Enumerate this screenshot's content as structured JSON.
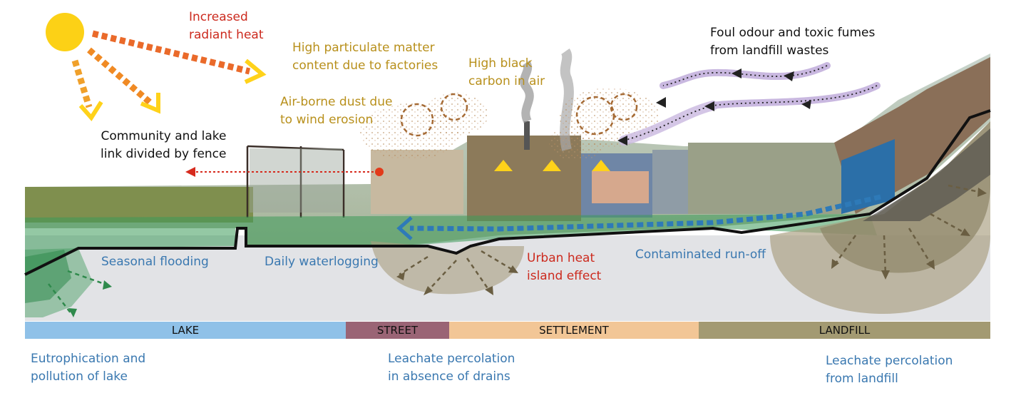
{
  "labels": {
    "radiant_heat": [
      "Increased",
      "radiant heat"
    ],
    "particulate": [
      "High particulate matter",
      "content due to factories"
    ],
    "black_carbon": [
      "High black",
      "carbon in air"
    ],
    "odour": [
      "Foul odour and toxic fumes",
      "from landfill wastes"
    ],
    "dust": [
      "Air-borne dust due",
      "to wind erosion"
    ],
    "fence": [
      "Community and lake",
      "link divided by fence"
    ],
    "seasonal_flooding": "Seasonal flooding",
    "daily_waterlogging": "Daily waterlogging",
    "heat_island": [
      "Urban heat",
      "island effect"
    ],
    "runoff": "Contaminated run-off"
  },
  "zones": [
    {
      "name": "LAKE",
      "color": "#8fc1e8"
    },
    {
      "name": "STREET",
      "color": "#9a6475"
    },
    {
      "name": "SETTLEMENT",
      "color": "#f2c696"
    },
    {
      "name": "LANDFILL",
      "color": "#a39a72"
    }
  ],
  "bottom_notes": {
    "lake": [
      "Eutrophication and",
      "pollution of lake"
    ],
    "street": [
      "Leachate percolation",
      "in absence of drains"
    ],
    "landfill": [
      "Leachate percolation",
      "from landfill"
    ]
  },
  "colors": {
    "sun": "#fcd116",
    "heat_arrow": "#f08a24",
    "water": "#3d9a5a",
    "ground": "#e2e3e6",
    "runoff_arrow": "#2e7ab8",
    "fume": "#c9b8e0",
    "leachate": "#a89c7e"
  }
}
